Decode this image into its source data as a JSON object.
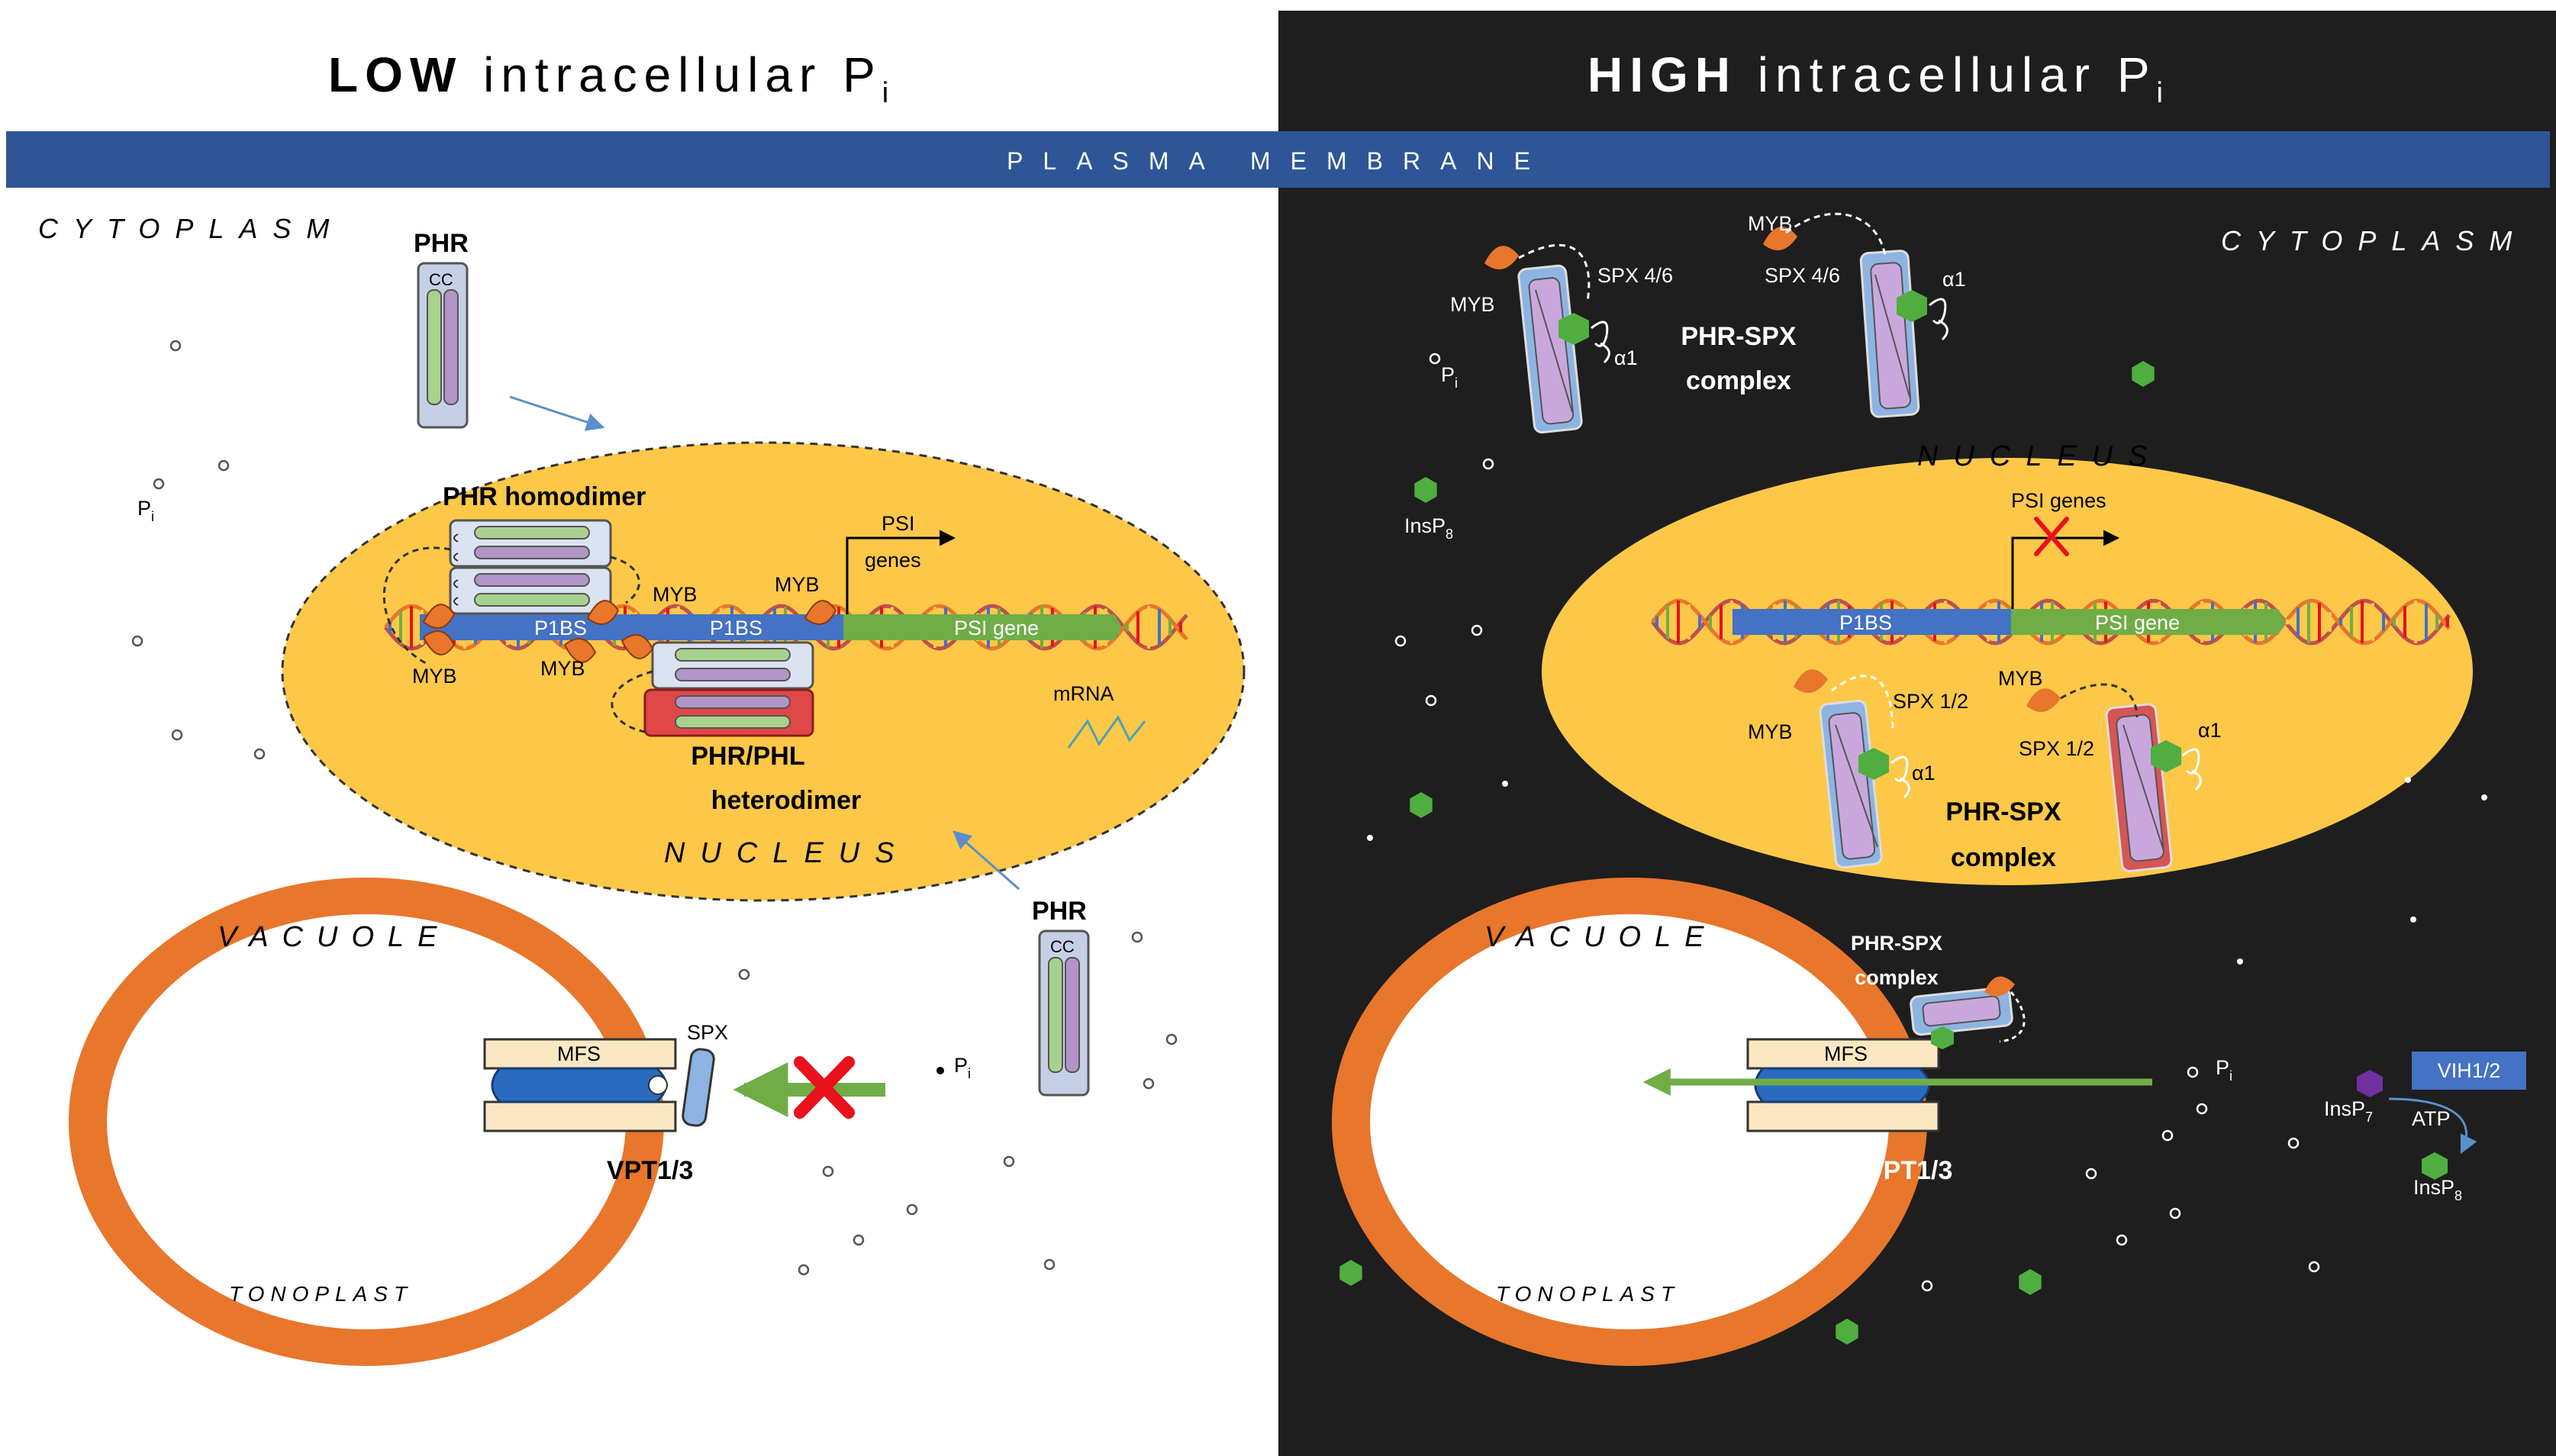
{
  "left": {
    "title_bold": "LOW",
    "title_rest": " intracellular P",
    "title_sub": "i",
    "cytoplasm": "CYTOPLASM",
    "nucleus": "NUCLEUS",
    "vacuole": "VACUOLE",
    "tonoplast": "TONOPLAST",
    "phr_top": "PHR",
    "phr_bottom": "PHR",
    "cc": "CC",
    "pi": "P",
    "pi_sub": "i",
    "phr_homodimer": "PHR homodimer",
    "phr_phl_line1": "PHR/PHL",
    "phr_phl_line2": "heterodimer",
    "myb": "MYB",
    "p1bs": "P1BS",
    "psi_gene": "PSI gene",
    "psi_genes_line1": "PSI",
    "psi_genes_line2": "genes",
    "mrna": "mRNA",
    "mfs": "MFS",
    "spx": "SPX",
    "vpt": "VPT1/3"
  },
  "right": {
    "title_bold": "HIGH",
    "title_rest": " intracellular P",
    "title_sub": "i",
    "cytoplasm": "CYTOPLASM",
    "nucleus": "NUCLEUS",
    "vacuole": "VACUOLE",
    "tonoplast": "TONOPLAST",
    "myb": "MYB",
    "spx46": "SPX 4/6",
    "spx12": "SPX 1/2",
    "alpha1": "α1",
    "phr_spx_line1": "PHR-SPX",
    "phr_spx_line2": "complex",
    "pi": "P",
    "pi_sub": "i",
    "insp8": "InsP",
    "insp8_sub": "8",
    "insp7": "InsP",
    "insp7_sub": "7",
    "psi_genes": "PSI genes",
    "p1bs": "P1BS",
    "psi_gene": "PSI gene",
    "mfs": "MFS",
    "vpt": "VPT1/3",
    "vih": "VIH1/2",
    "atp": "ATP"
  },
  "membrane": "PLASMA MEMBRANE",
  "colors": {
    "membrane": "#2e5597",
    "dark_panel": "#1e1e1e",
    "nucleus": "#fdc848",
    "vacuole_ring": "#e8762b",
    "p1bs": "#4472c4",
    "psi_gene": "#70ad47",
    "inhibit": "#e8111c",
    "transport_arrow": "#70ad47",
    "insp8": "#4fae3f",
    "insp7": "#7030a0",
    "protein_frame": "#c5cfe6",
    "bar_green": "#a9d18e",
    "bar_purple": "#b294c7"
  }
}
